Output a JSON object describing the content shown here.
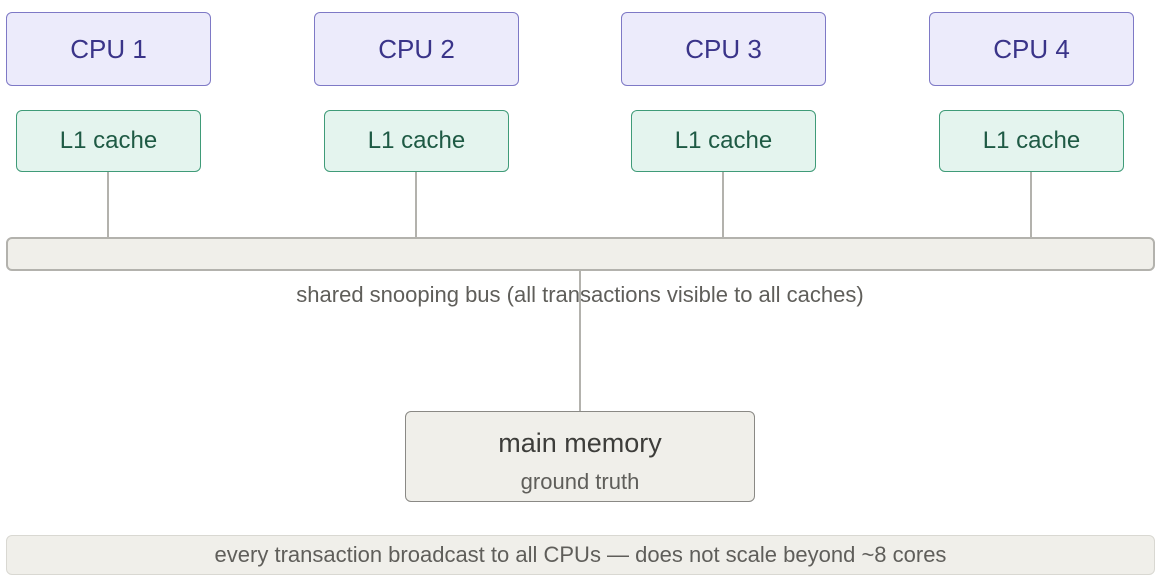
{
  "cpus": [
    {
      "label": "CPU 1",
      "cache_label": "L1 cache"
    },
    {
      "label": "CPU 2",
      "cache_label": "L1 cache"
    },
    {
      "label": "CPU 3",
      "cache_label": "L1 cache"
    },
    {
      "label": "CPU 4",
      "cache_label": "L1 cache"
    }
  ],
  "bus": {
    "label": "shared snooping bus (all transactions visible to all caches)"
  },
  "memory": {
    "title": "main memory",
    "subtitle": "ground truth"
  },
  "footer": {
    "note": "every transaction broadcast to all CPUs — does not scale beyond ~8 cores"
  },
  "colors": {
    "cpu_fill": "#ecebfb",
    "cpu_border": "#7e79c6",
    "cpu_text": "#3a3489",
    "cache_fill": "#e4f4ee",
    "cache_border": "#3f9b78",
    "cache_text": "#1e5a44",
    "bus_fill": "#f0efea",
    "line": "#b3b2ad"
  }
}
